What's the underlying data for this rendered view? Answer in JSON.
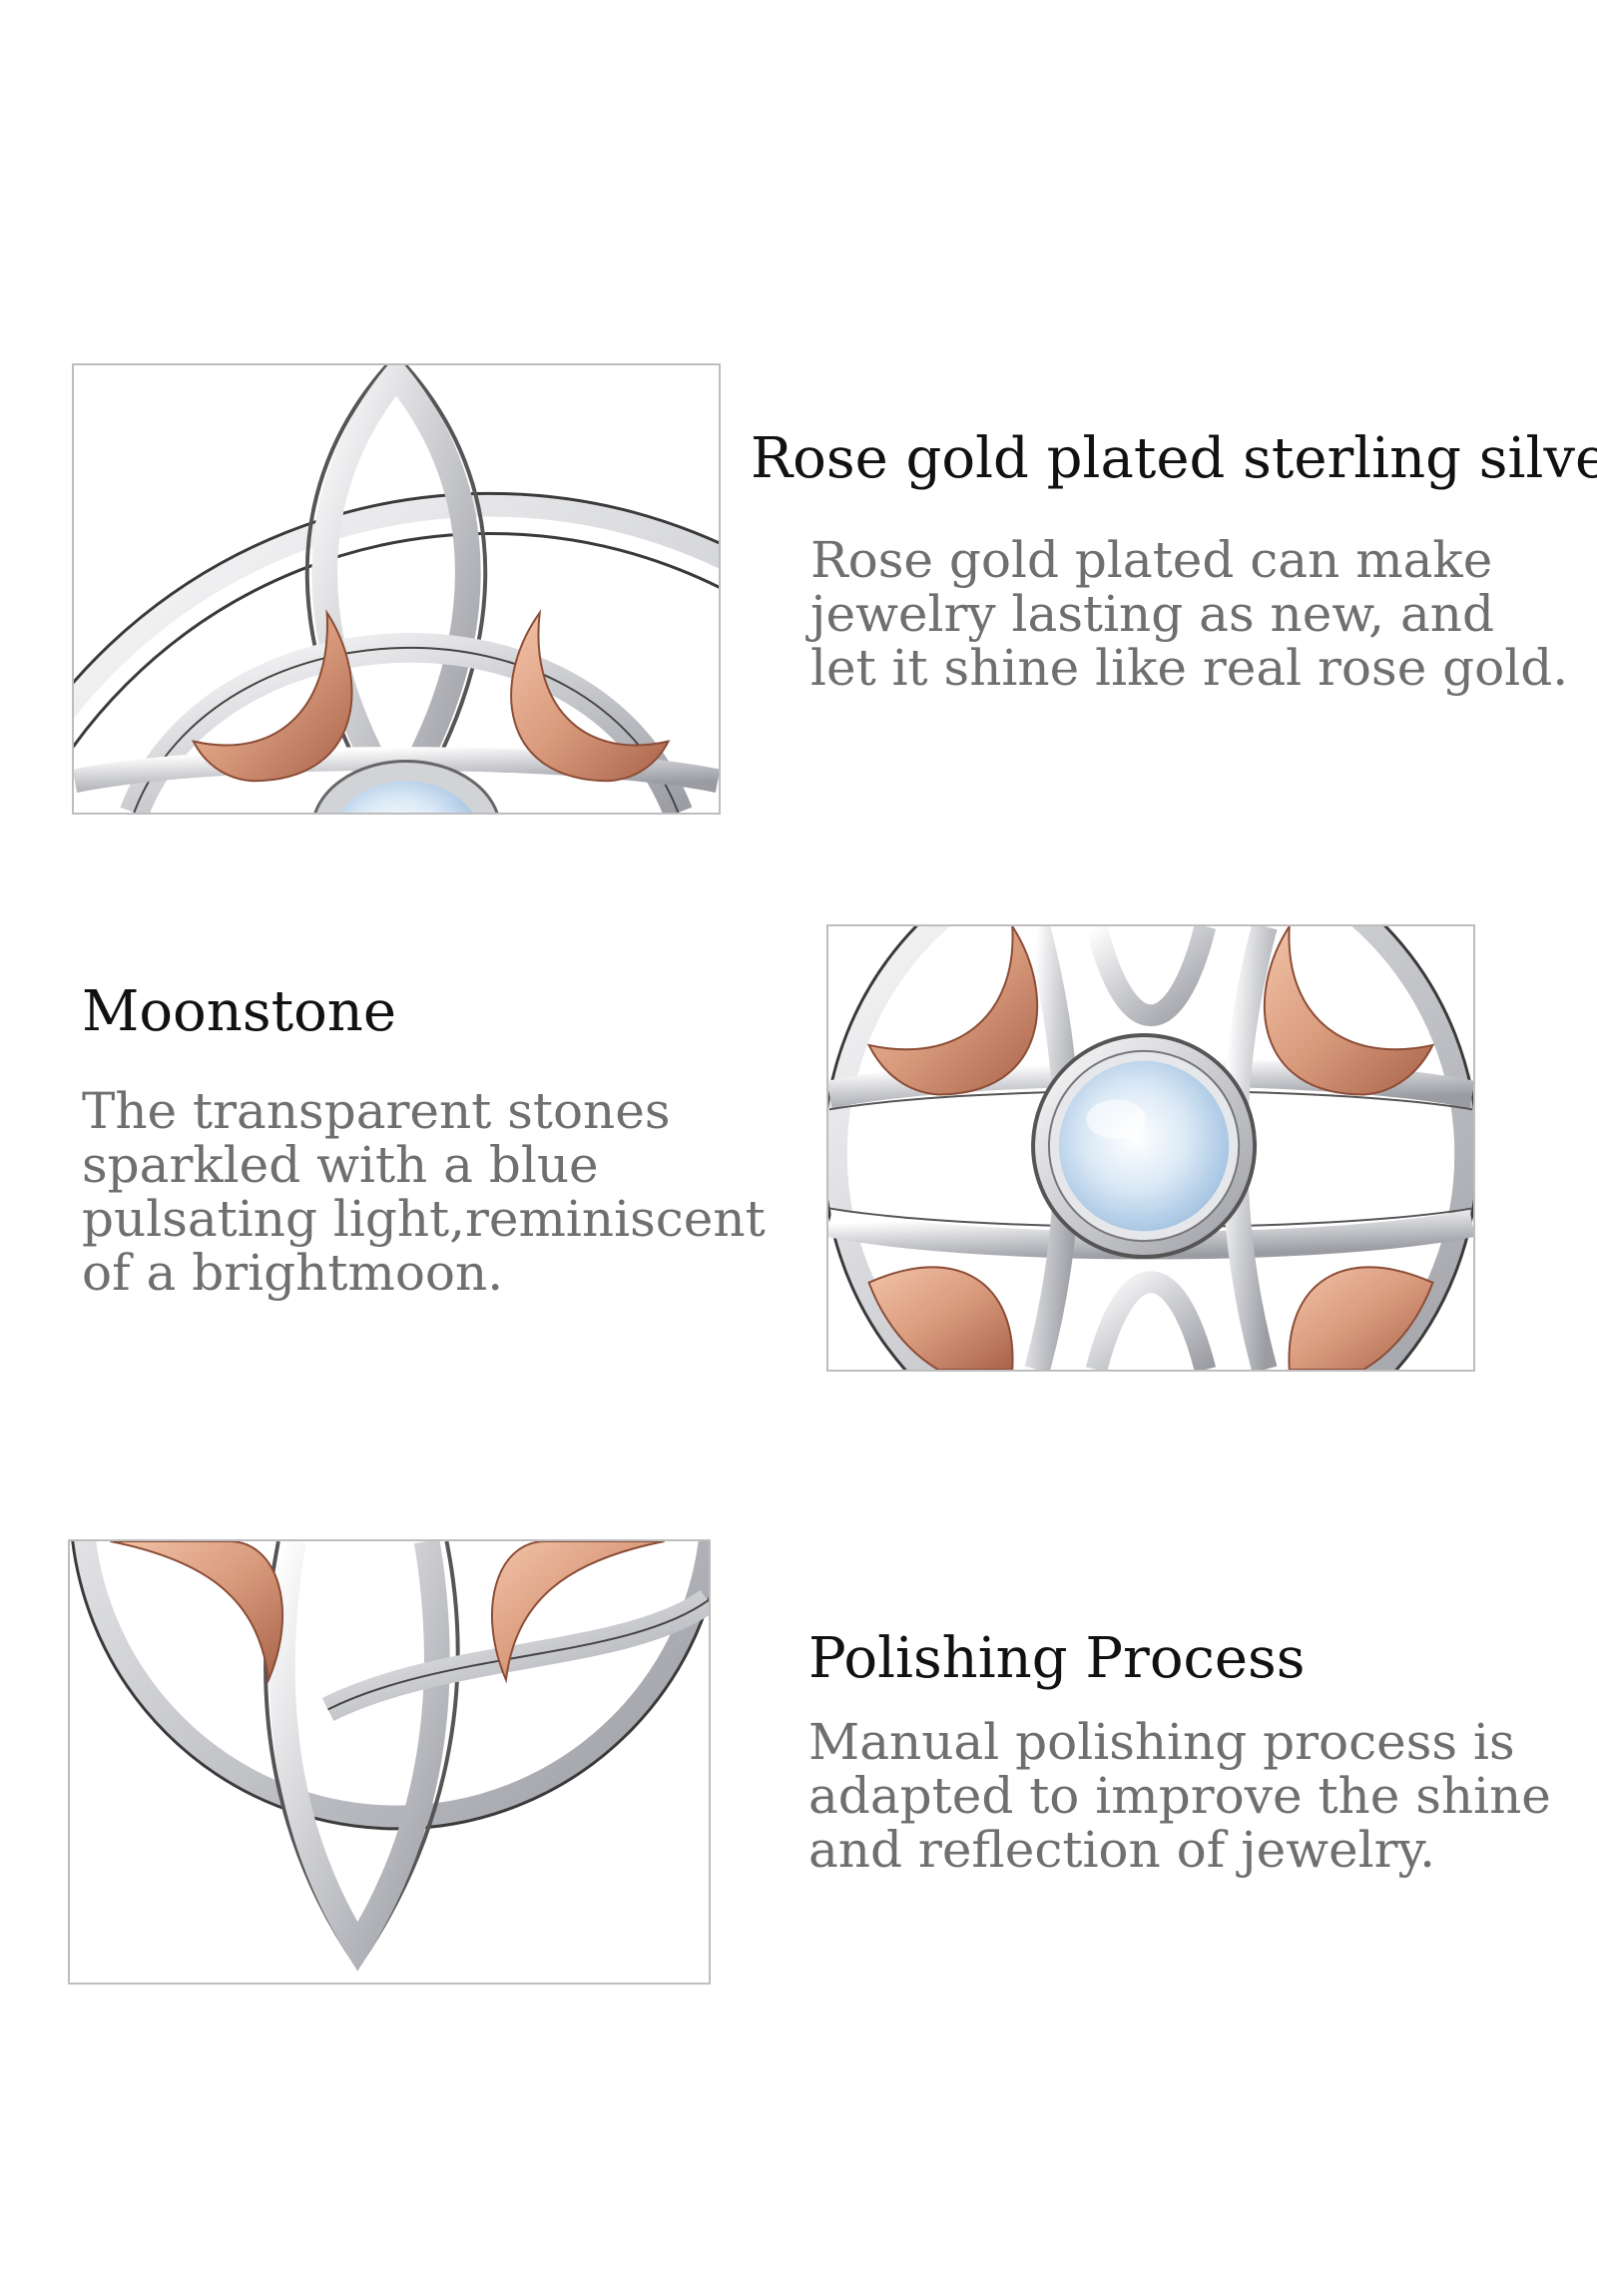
{
  "colors": {
    "background": "#ffffff",
    "title": "#111111",
    "description": "#6f6f6f",
    "silver": "#d9dadd",
    "rose_gold": "#d99a7c",
    "moonstone": "#cfe2f3",
    "panel_border": "#bdbdbd"
  },
  "sections": [
    {
      "title": "Rose gold plated sterling silver",
      "description": [
        "Rose gold plated can make",
        "jewelry lasting as new, and",
        "let it shine like real rose gold."
      ],
      "image_icon": "pendant-top-closeup-icon"
    },
    {
      "title": "Moonstone",
      "description": [
        "The transparent stones",
        "sparkled with a blue",
        "pulsating light,reminiscent",
        "of a brightmoon."
      ],
      "image_icon": "pendant-center-moonstone-icon"
    },
    {
      "title": "Polishing Process",
      "description": [
        "Manual polishing process is",
        "adapted to improve the shine",
        "and reflection of jewelry."
      ],
      "image_icon": "pendant-bottom-knot-icon"
    }
  ]
}
